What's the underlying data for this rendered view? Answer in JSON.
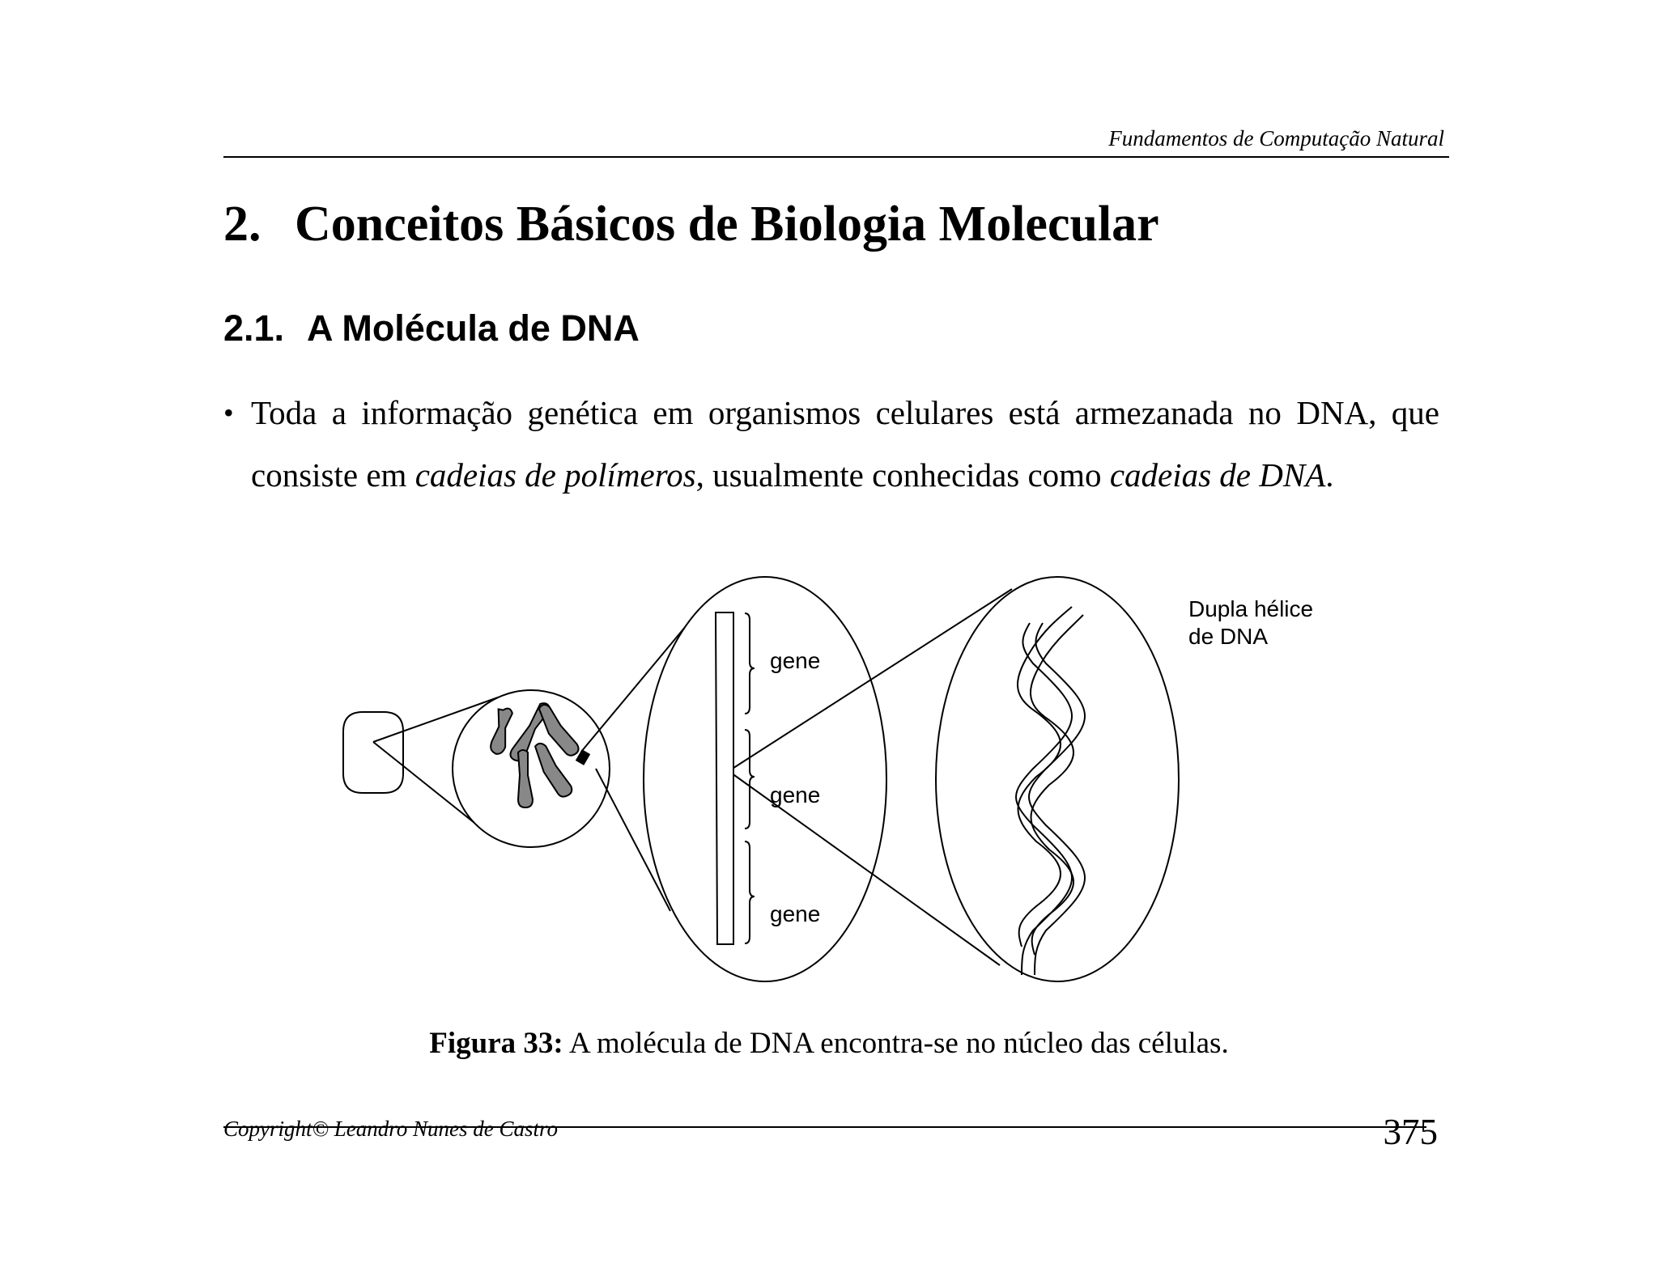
{
  "header": {
    "book_title": "Fundamentos de Computação Natural"
  },
  "chapter": {
    "number": "2.",
    "title": "Conceitos Básicos de Biologia Molecular"
  },
  "section": {
    "number": "2.1.",
    "title": "A Molécula de DNA"
  },
  "paragraph": {
    "bullet": "•",
    "part1": "Toda a informação genética em organismos celulares está armezanada no DNA, que consiste em ",
    "italic1": "cadeias de polímeros",
    "part2": ", usualmente conhecidas como ",
    "italic2": "cadeias de DNA",
    "part3": "."
  },
  "figure": {
    "gene_labels": [
      "gene",
      "gene",
      "gene"
    ],
    "helix_label_line1": "Dupla hélice",
    "helix_label_line2": "de DNA",
    "caption_label": "Figura 33:",
    "caption_text": " A molécula de DNA encontra-se no núcleo das células."
  },
  "footer": {
    "copyright": "Copyright© Leandro Nunes de Castro",
    "page_number": "375"
  }
}
